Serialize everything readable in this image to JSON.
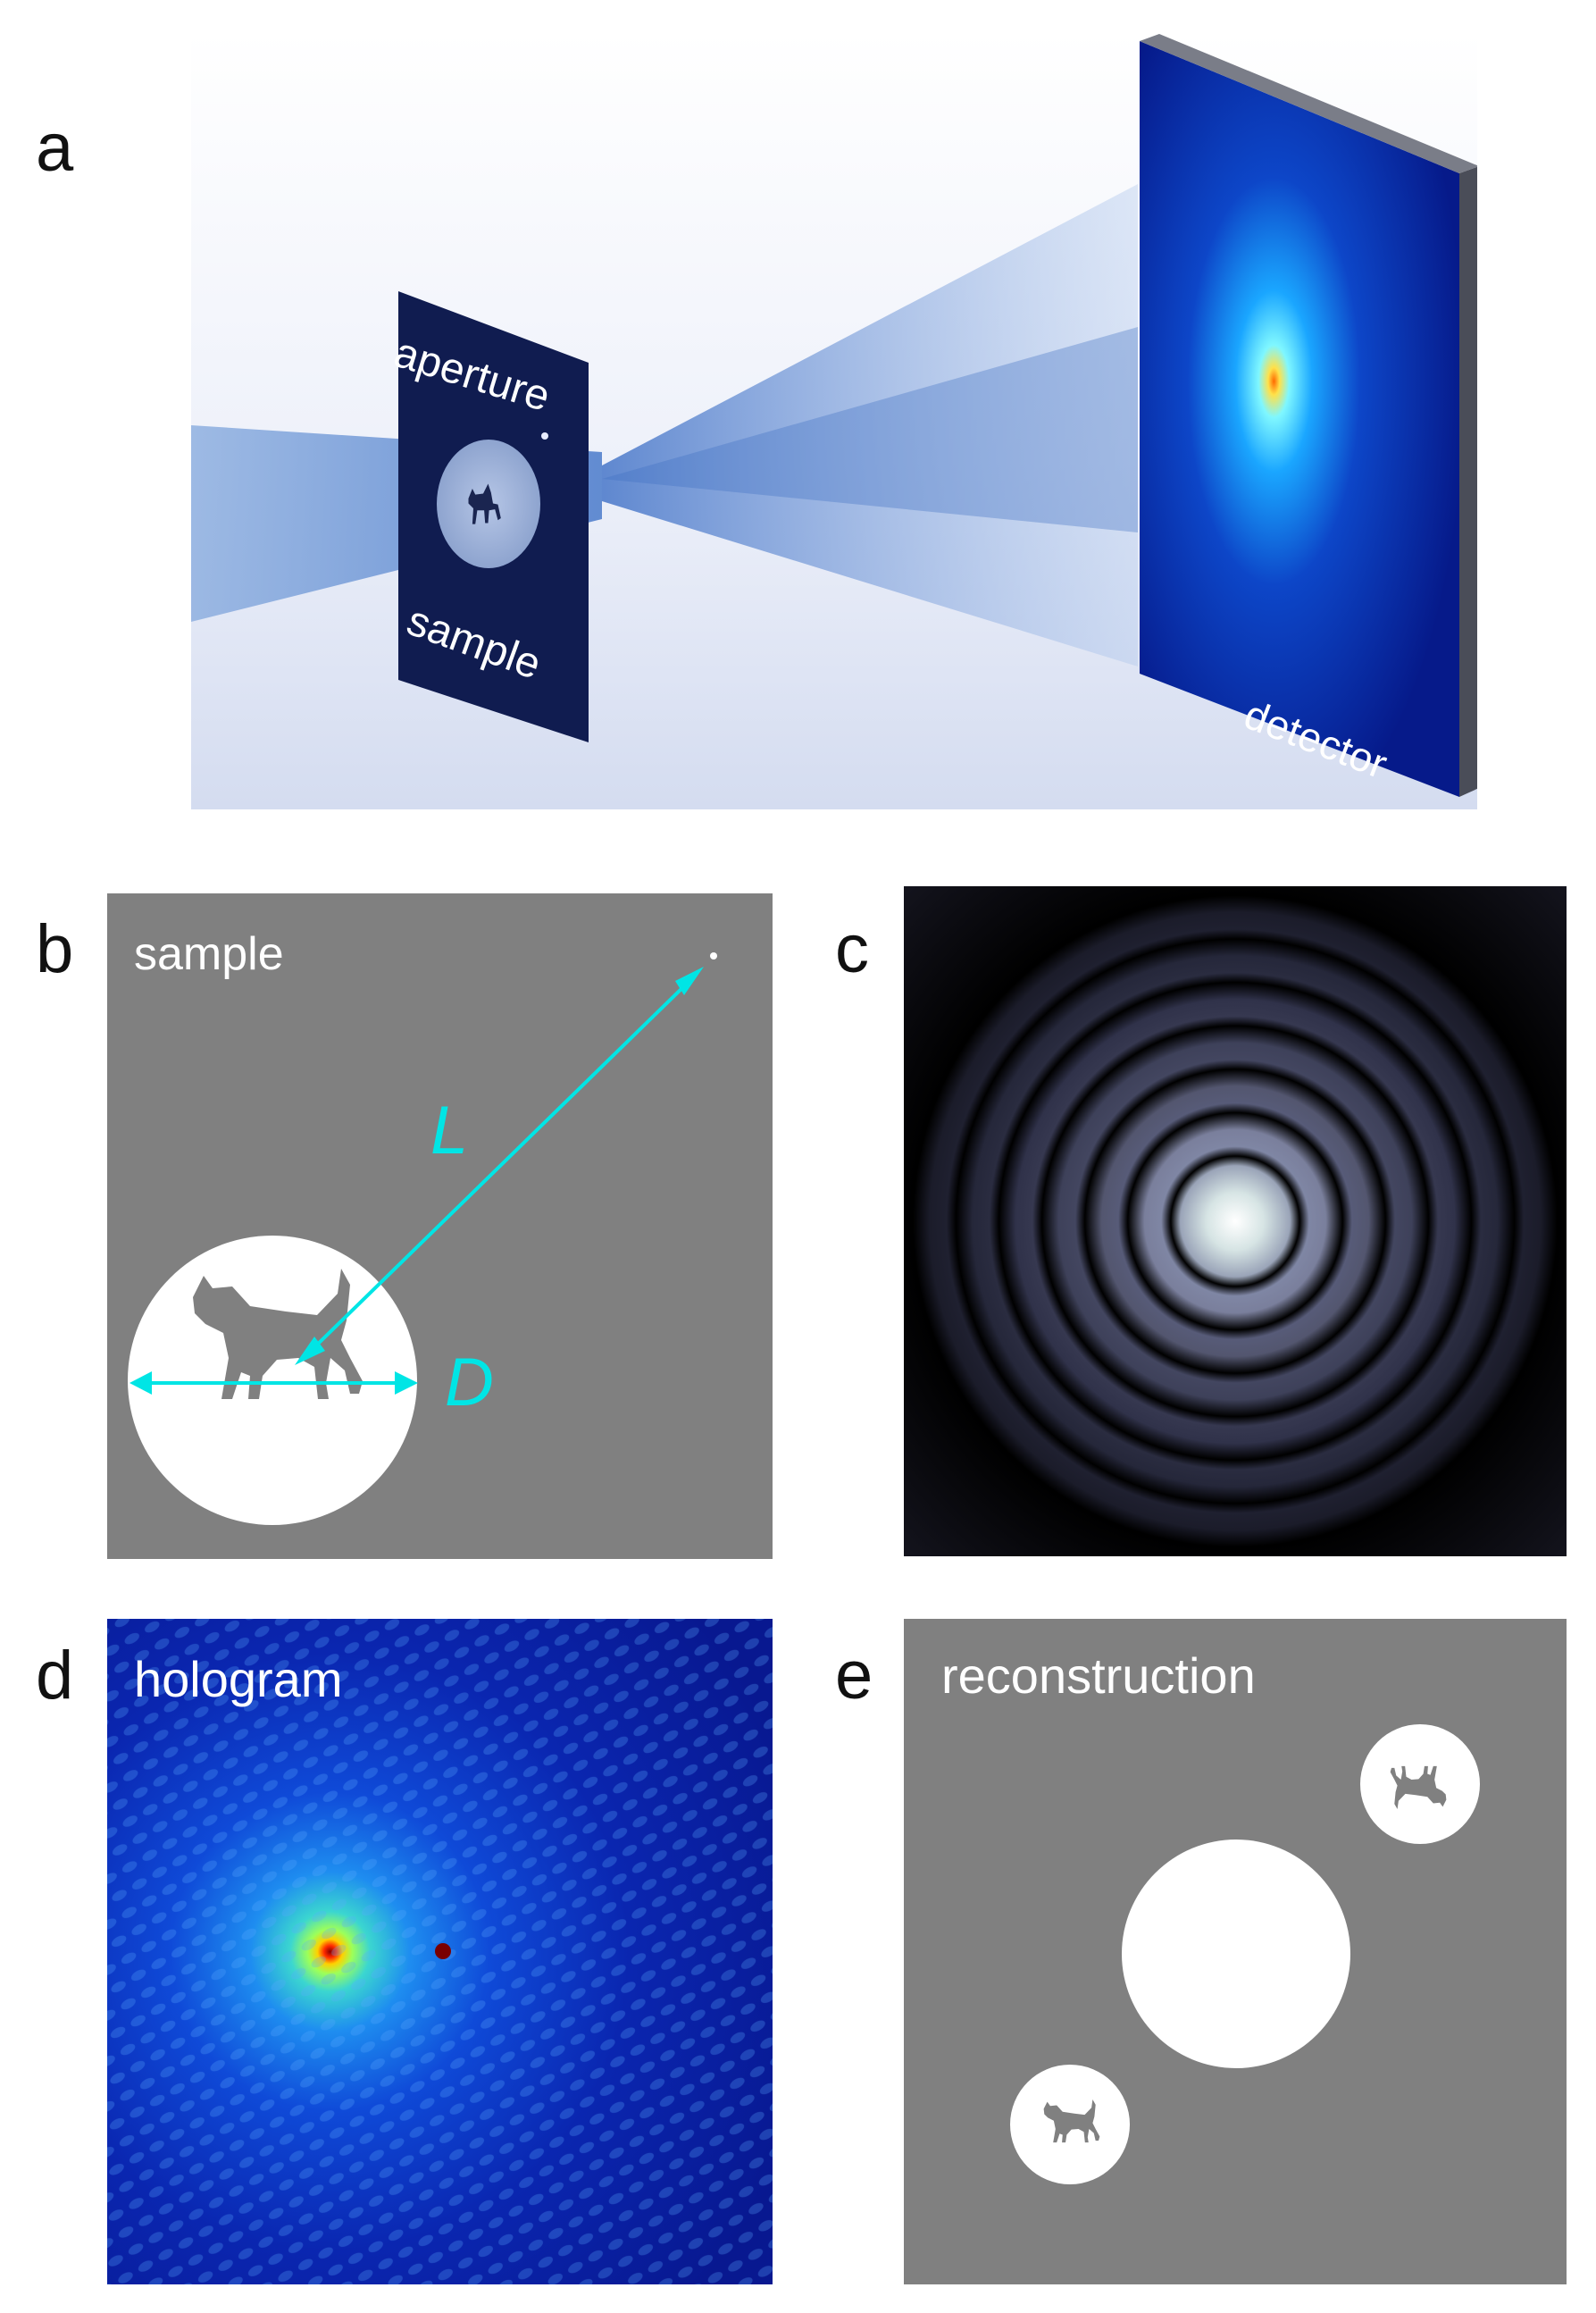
{
  "panels": {
    "a": {
      "letter": "a",
      "aperture_label": "aperture",
      "sample_label": "sample",
      "detector_label": "detector"
    },
    "b": {
      "letter": "b",
      "title": "sample",
      "length_label": "L",
      "diameter_label": "D"
    },
    "c": {
      "letter": "c"
    },
    "d": {
      "letter": "d",
      "title": "hologram"
    },
    "e": {
      "letter": "e",
      "title": "reconstruction"
    }
  },
  "colors": {
    "panel_gray": "#808080",
    "accent_cyan": "#00e5e5",
    "detector_blue": "#0a2aa8",
    "beam_blue": "#6f9bd6"
  },
  "icons": {
    "cat": "cat-silhouette-icon",
    "arrow": "double-arrow-icon"
  }
}
